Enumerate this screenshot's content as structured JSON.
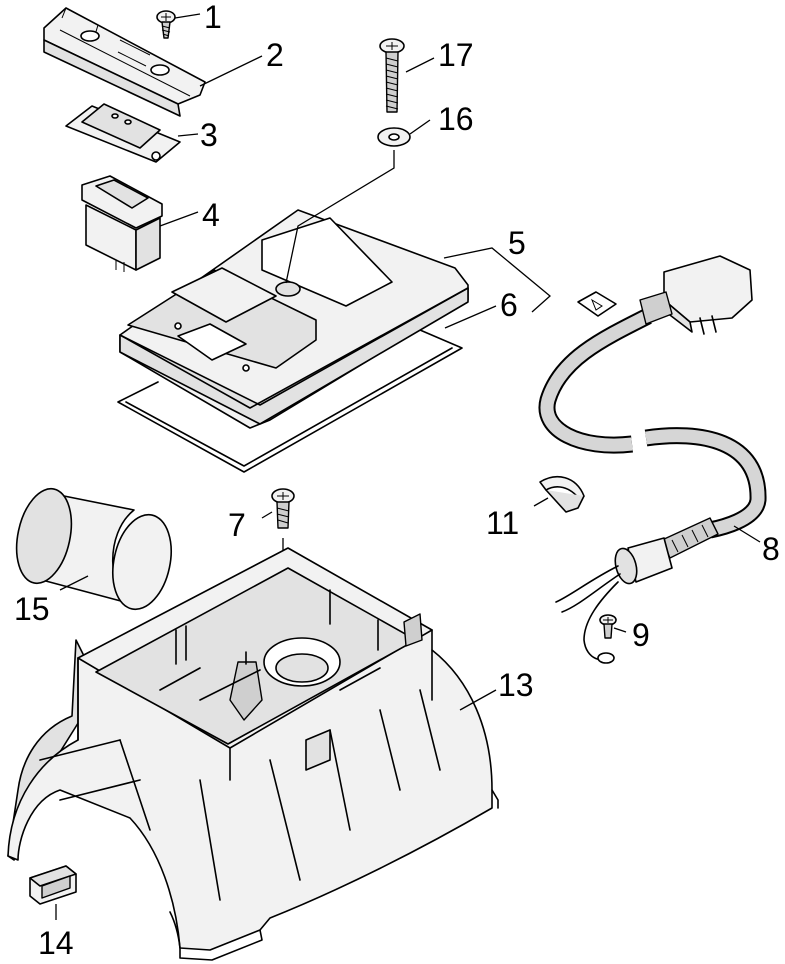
{
  "callouts": {
    "c1": "1",
    "c2": "2",
    "c3": "3",
    "c4": "4",
    "c5": "5",
    "c6": "6",
    "c7": "7",
    "c8": "8",
    "c9": "9",
    "c11": "11",
    "c13": "13",
    "c14": "14",
    "c15": "15",
    "c16": "16",
    "c17": "17"
  }
}
